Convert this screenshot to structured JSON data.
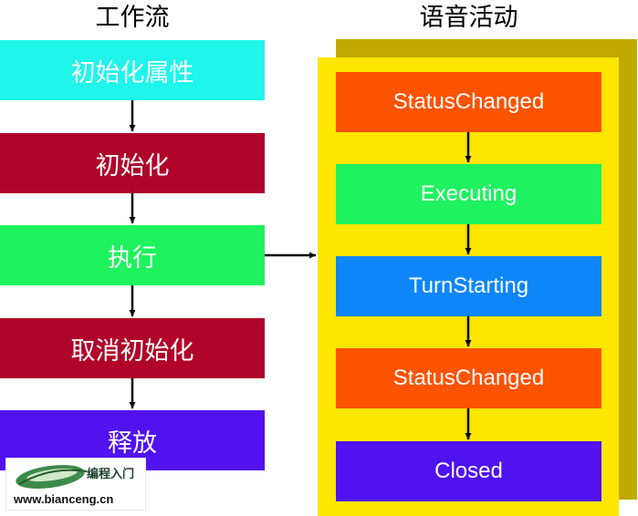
{
  "workflow": {
    "title": "工作流",
    "steps": [
      {
        "label": "初始化属性",
        "color": "#1ff5ea"
      },
      {
        "label": "初始化",
        "color": "#b0042a"
      },
      {
        "label": "执行",
        "color": "#1ef25e"
      },
      {
        "label": "取消初始化",
        "color": "#b0042a"
      },
      {
        "label": "释放",
        "color": "#5112f0"
      }
    ]
  },
  "speech_activity": {
    "title": "语音活动",
    "panel_color": "#fde600",
    "shadow_color": "#c0aa00",
    "steps": [
      {
        "label": "StatusChanged",
        "color": "#fe5300"
      },
      {
        "label": "Executing",
        "color": "#1ef25e"
      },
      {
        "label": "TurnStarting",
        "color": "#0e86fa"
      },
      {
        "label": "StatusChanged",
        "color": "#fe5300"
      },
      {
        "label": "Closed",
        "color": "#5112f0"
      }
    ]
  },
  "watermark": {
    "name": "编程入门",
    "url": "www.bianceng.cn"
  }
}
